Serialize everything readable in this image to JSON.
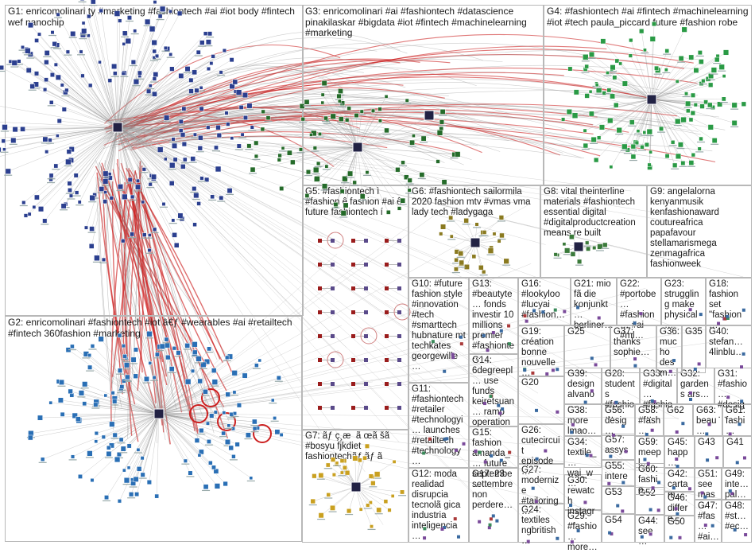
{
  "groups": [
    {
      "id": "G1",
      "label": "G1: enricomolinari ty #marketing #fashiontech #ai #iot body #fintech wef nanochip",
      "color": "#1d3c8c"
    },
    {
      "id": "G2",
      "label": "G2: enricomolinari #fashiontech #iot â€ƒ #wearables #ai #retailtech #fintech 360fashion #marketing",
      "color": "#1e6fb0"
    },
    {
      "id": "G3",
      "label": "G3: enricomolinari #ai #fashiontech #datascience pinakilaskar #bigdata #iot #fintech #machinelearning #marketing",
      "color": "#1e7a2e"
    },
    {
      "id": "G4",
      "label": "G4: #fashiontech #ai #fintech #machinelearning #iot #tech paula_piccard future #fashion robe",
      "color": "#23a34a"
    },
    {
      "id": "G5",
      "label": "G5: #fashiontech ì #fashion ê fashion #ai ê future fashiontech í",
      "color": "#b02020"
    },
    {
      "id": "G6",
      "label": "G6: #fashiontech sailormila 2020 fashion mtv #vmas vma lady tech #ladygaga",
      "color": "#7a6a10"
    },
    {
      "id": "G7",
      "label": "G7: ãƒ ç¸æ  ã œã šã #bosyu fjkdiet fashiontechãƒ ãƒ ã",
      "color": "#c9a020"
    },
    {
      "id": "G8",
      "label": "G8: vital theinterline materials #fashiontech essential digital #digitalproductcreation means re built",
      "color": "#3a7a3a"
    },
    {
      "id": "G9",
      "label": "G9: angelalorna kenyanmusik kenfashionaward coutureafrica papafavour stellamarismega zenmagafrica fashionweek",
      "color": "#6a3a8a"
    },
    {
      "id": "G10",
      "label": "G10: #future fashion style #innovation #tech #smarttech hubnature mt techkates georgewille…",
      "color": "#555"
    },
    {
      "id": "G11",
      "label": "G11: #fashiontech #retailer #technologyi… launches #retailtech #technology…",
      "color": "#555"
    },
    {
      "id": "G12",
      "label": "G12: moda realidad disrupcia tecnolã gica industria inteligencia…",
      "color": "#555"
    },
    {
      "id": "G13",
      "label": "G13: #beautyte… fonds investir 10 millions premier #fashionte…",
      "color": "#555"
    },
    {
      "id": "G14",
      "label": "G14: 6degreepl… use funds keiretsuan… ramp operation",
      "color": "#555"
    },
    {
      "id": "G15",
      "label": "G15: fashion amanda_… future septembe…",
      "color": "#555"
    },
    {
      "id": "G16",
      "label": "G16: #lookyloo #lucyai #fashion…",
      "color": "#555"
    },
    {
      "id": "G17",
      "label": "G17: 23 settembre non perdere…",
      "color": "#555"
    },
    {
      "id": "G18",
      "label": "G18: fashion set \"fashion…",
      "color": "#555"
    },
    {
      "id": "G19",
      "label": "G19: création bonne nouvelle…",
      "color": "#555"
    },
    {
      "id": "G20",
      "label": "G20",
      "color": "#555"
    },
    {
      "id": "G21",
      "label": "G21: mio fã die konjunkt… berliner…",
      "color": "#555"
    },
    {
      "id": "G22",
      "label": "G22: #portobe… #fashion… #ai #ml…",
      "color": "#555"
    },
    {
      "id": "G23",
      "label": "G23: struggling make physical…",
      "color": "#555"
    },
    {
      "id": "G24",
      "label": "G24: textiles ngbritish…",
      "color": "#555"
    },
    {
      "id": "G25",
      "label": "G25",
      "color": "#555"
    },
    {
      "id": "G26",
      "label": "G26: cutecircuit episode…",
      "color": "#555"
    },
    {
      "id": "G27",
      "label": "G27: modernize #tailoring…",
      "color": "#555"
    },
    {
      "id": "G28",
      "label": "G28: students #fashio…",
      "color": "#555"
    },
    {
      "id": "G29",
      "label": "G29: #fashio… more…",
      "color": "#555"
    },
    {
      "id": "G30",
      "label": "G30: rewatch instagr…",
      "color": "#555"
    },
    {
      "id": "G31",
      "label": "G31: #fashio… #desig…",
      "color": "#555"
    },
    {
      "id": "G32",
      "label": "G32: gardens ars…",
      "color": "#555"
    },
    {
      "id": "G33",
      "label": "G33: #digital… #fashio…",
      "color": "#555"
    },
    {
      "id": "G34",
      "label": "G34: textile_… wai_w…",
      "color": "#555"
    },
    {
      "id": "G35",
      "label": "G35",
      "color": "#555"
    },
    {
      "id": "G36",
      "label": "G36: mucho desm…",
      "color": "#555"
    },
    {
      "id": "G37",
      "label": "G37: thanks sophie…",
      "color": "#555"
    },
    {
      "id": "G38",
      "label": "G38: more lmao…",
      "color": "#555"
    },
    {
      "id": "G39",
      "label": "G39: design alvano…",
      "color": "#555"
    },
    {
      "id": "G40",
      "label": "G40: stefan… 4linblu…",
      "color": "#555"
    },
    {
      "id": "G41",
      "label": "G41",
      "color": "#555"
    },
    {
      "id": "G42",
      "label": "G42: cartam…",
      "color": "#555"
    },
    {
      "id": "G43",
      "label": "G43",
      "color": "#555"
    },
    {
      "id": "G44",
      "label": "G44: see…",
      "color": "#555"
    },
    {
      "id": "G45",
      "label": "G45: happ…",
      "color": "#555"
    },
    {
      "id": "G46",
      "label": "G46: differe…",
      "color": "#555"
    },
    {
      "id": "G47",
      "label": "G47: #fas… #ai…",
      "color": "#555"
    },
    {
      "id": "G48",
      "label": "G48: #st… #ec…",
      "color": "#555"
    },
    {
      "id": "G49",
      "label": "G49: inte… pal…",
      "color": "#555"
    },
    {
      "id": "G50",
      "label": "G50",
      "color": "#555"
    },
    {
      "id": "G51",
      "label": "G51: see mas…",
      "color": "#555"
    },
    {
      "id": "G52",
      "label": "G52",
      "color": "#555"
    },
    {
      "id": "G53",
      "label": "G53",
      "color": "#555"
    },
    {
      "id": "G54",
      "label": "G54",
      "color": "#555"
    },
    {
      "id": "G55",
      "label": "G55: intere…",
      "color": "#555"
    },
    {
      "id": "G56",
      "label": "G56: desig…",
      "color": "#555"
    },
    {
      "id": "G57",
      "label": "G57: assys…",
      "color": "#555"
    },
    {
      "id": "G58",
      "label": "G58: #fash…",
      "color": "#555"
    },
    {
      "id": "G59",
      "label": "G59: meepl…",
      "color": "#555"
    },
    {
      "id": "G60",
      "label": "G60: fashio…",
      "color": "#555"
    },
    {
      "id": "G61",
      "label": "G61: fashi…",
      "color": "#555"
    },
    {
      "id": "G62",
      "label": "G62",
      "color": "#555"
    },
    {
      "id": "G63",
      "label": "G63: beau…",
      "color": "#555"
    }
  ],
  "colors": {
    "box_border": "#b8b8b8",
    "edge_gray": "#8e8e8e",
    "edge_red": "#cc2020",
    "edge_light": "#bbbbbb",
    "node_dark": "#222244"
  }
}
